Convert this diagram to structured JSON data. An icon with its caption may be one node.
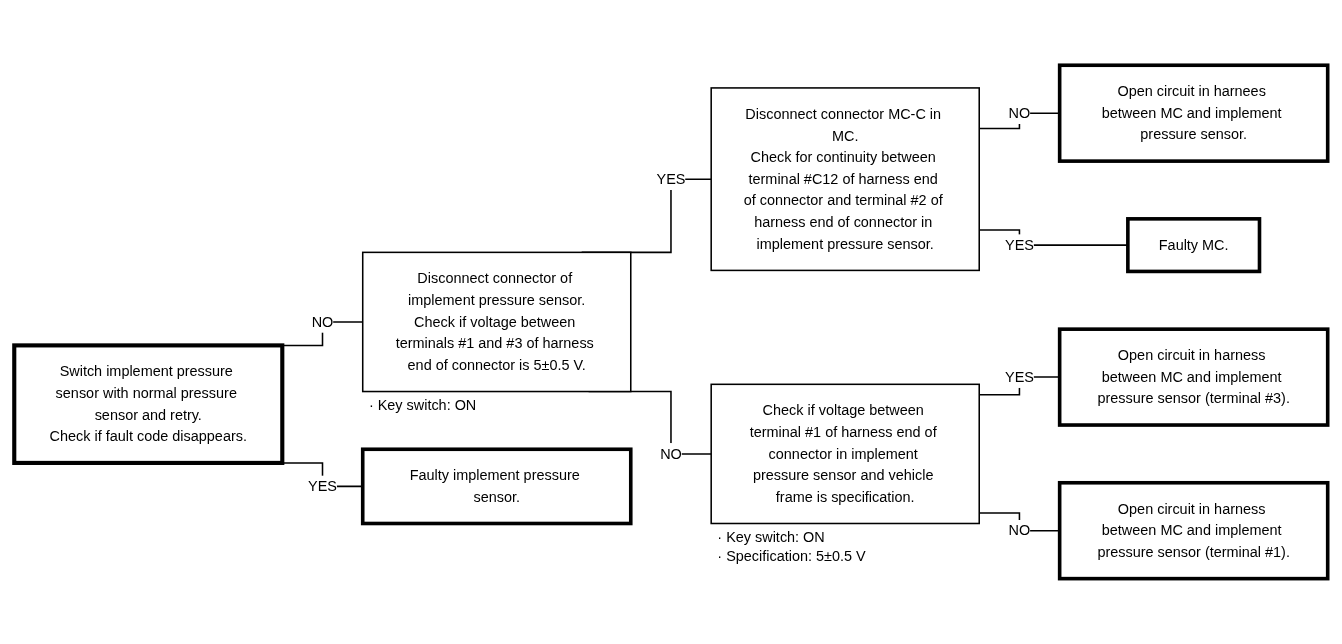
{
  "diagram": {
    "nodes": [
      {
        "text": [
          "Switch implement pressure sensor with normal pressure sensor and retry.",
          "Check if fault code disappears."
        ]
      },
      {
        "text": [
          "Disconnect connector of implement pressure sensor.",
          "Check if voltage between terminals #1 and #3 of harness end of connector is 5±0.5 V."
        ],
        "beside": [
          "· Key switch: ON"
        ]
      },
      {
        "text": [
          "Disconnect connector MC-C in MC.",
          "Check for continuity between terminal #C12 of harness end of connector and terminal #2 of harness end of connector in implement pressure sensor."
        ]
      },
      {
        "text": [
          "Check if voltage between terminal #1 of harness end of connector in implement pressure sensor and vehicle frame is specification."
        ],
        "beside": [
          "· Key switch: ON",
          "· Specification: 5±0.5 V"
        ]
      },
      {
        "text": [
          "Open circuit in harnees between MC and implement pressure sensor."
        ]
      },
      {
        "text": [
          "Faulty MC."
        ]
      },
      {
        "text": [
          "Open circuit in harness between MC and implement pressure sensor (terminal #3)."
        ]
      },
      {
        "text": [
          "Open circuit in harness between MC and implement pressure sensor (terminal #1)."
        ]
      },
      {
        "text": [
          "Faulty implement pressure sensor."
        ]
      }
    ],
    "edges": [
      {
        "from": 0,
        "to": 1,
        "arrow": "none",
        "label": "NO"
      },
      {
        "from": 0,
        "to": 8,
        "arrow": "none",
        "label": "YES"
      },
      {
        "from": 1,
        "to": 2,
        "arrow": "none",
        "label": "YES"
      },
      {
        "from": 1,
        "to": 3,
        "arrow": "none",
        "label": "NO"
      },
      {
        "from": 2,
        "to": 4,
        "arrow": "none",
        "label": "NO"
      },
      {
        "from": 2,
        "to": 5,
        "arrow": "none",
        "label": "YES"
      },
      {
        "from": 3,
        "to": 6,
        "arrow": "none",
        "label": "YES"
      },
      {
        "from": 3,
        "to": 7,
        "arrow": "none",
        "label": "NO"
      }
    ]
  }
}
